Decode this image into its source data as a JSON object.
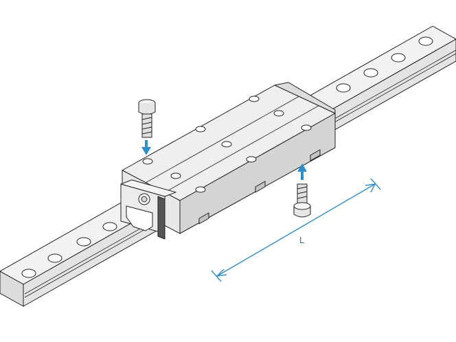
{
  "diagram": {
    "dimension_label": "L",
    "colors": {
      "line": "#1f1f1f",
      "rail_top": "#f0f0f0",
      "rail_side": "#dedede",
      "block_top": "#eeeeee",
      "block_side": "#d0d0d0",
      "end_cap": "#5a5a5a",
      "arrow": "#2e8fc8",
      "dimension": "#2e8fc8"
    },
    "parts": [
      "linear-guide-rail",
      "carriage-block",
      "end-seal",
      "grease-nipple",
      "socket-head-cap-screw"
    ]
  }
}
